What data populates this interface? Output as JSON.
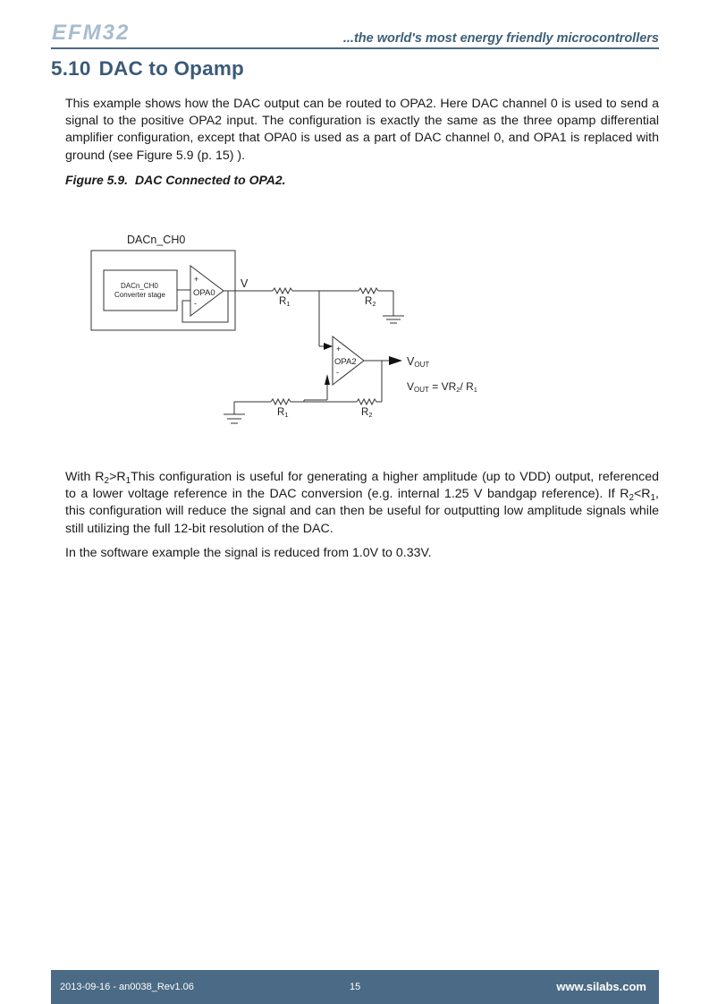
{
  "header": {
    "logo": "EFM32",
    "tagline": "...the world's most energy friendly microcontrollers"
  },
  "section": {
    "number": "5.10",
    "title": "DAC to Opamp"
  },
  "intro": "This example shows how the DAC output can be routed to OPA2. Here DAC channel 0 is used to send a signal to the positive OPA2 input. The configuration is exactly the same as the three opamp differential amplifier configuration, except that OPA0 is used as a part of DAC channel 0, and OPA1 is replaced with ground (see Figure 5.9 (p. 15) ).",
  "figure": {
    "label": "Figure 5.9.",
    "title": "DAC Connected to OPA2.",
    "diagram": {
      "block_title": "DACn_CH0",
      "converter_line1": "DACn_CH0",
      "converter_line2": "Converter stage",
      "opa0": "OPA0",
      "opa2": "OPA2",
      "plus": "+",
      "minus": "-",
      "node_v": "V",
      "r_letter": "R",
      "r1_sub": "1",
      "r2_sub": "2",
      "vout_main": "V",
      "vout_sub": "OUT",
      "eq_left_main": "V",
      "eq_left_sub": "OUT",
      "eq_mid": " =  VR",
      "eq_sub2": "2",
      "eq_slash": "/ R",
      "eq_sub1": "1"
    }
  },
  "para2": {
    "t1": "With R",
    "s1": "2",
    "t2": ">R",
    "s2": "1",
    "t3": "This configuration is useful for generating a higher amplitude (up to VDD) output, referenced to a lower voltage reference in the DAC conversion (e.g. internal 1.25 V bandgap reference). If R",
    "s3": "2",
    "t4": "<R",
    "s4": "1",
    "t5": ", this configuration will reduce the signal and can then be useful for outputting low amplitude signals while still utilizing the full 12-bit resolution of the DAC."
  },
  "para3": "In the software example the signal is reduced from 1.0V to 0.33V.",
  "footer": {
    "date_doc": "2013-09-16 - an0038_Rev1.06",
    "page": "15",
    "website": "www.silabs.com"
  },
  "colors": {
    "accent": "#4a6a85",
    "logo": "#9fb4c8",
    "heading": "#3b5a78"
  }
}
